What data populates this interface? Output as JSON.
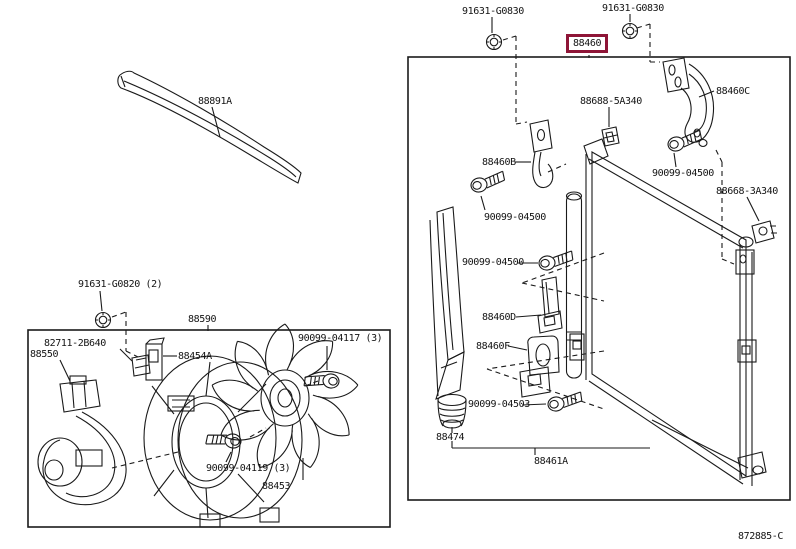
{
  "figure": {
    "code": "872885-C",
    "selected_part": "88460"
  },
  "colors": {
    "highlight": "#8E1537",
    "line": "#1a1a1a",
    "background": "#ffffff"
  },
  "labels": {
    "top_bolt_left": "91631-G0830",
    "top_bolt_right": "91631-G0830",
    "selected_part": "88460",
    "packing_upper": "88688-5A340",
    "bracket_c": "88460C",
    "bracket_b": "88460B",
    "screw_b": "90099-04500",
    "screw_c": "90099-04500",
    "packing_right": "88668-3A340",
    "screw_mid": "90099-04500",
    "bracket_d": "88460D",
    "bracket_f": "88460F",
    "screw_f": "90099-04503",
    "cap": "88474",
    "condenser_core": "88461A",
    "seal_strip": "88891A",
    "bolt_left_group": "91631-G0820 (2)",
    "shroud_assy": "88590",
    "clamp": "82711-2B640",
    "motor_lead": "88550",
    "shroud_bracket": "88454A",
    "screw_fan_a": "90099-04117 (3)",
    "screw_fan_b": "90099-04119 (3)",
    "fan": "88453",
    "figure_code": "872885-C"
  }
}
